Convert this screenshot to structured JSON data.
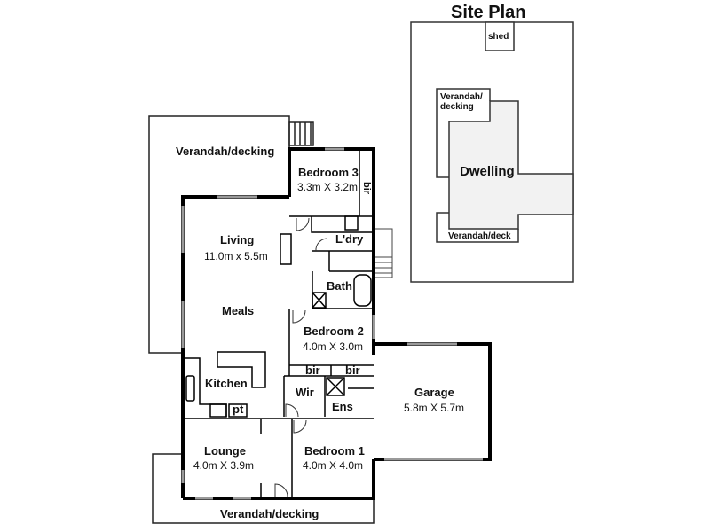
{
  "site_plan": {
    "title": "Site Plan",
    "shed": "shed",
    "verandah_decking": "Verandah/\ndecking",
    "dwelling": "Dwelling",
    "verandah_deck": "Verandah/deck"
  },
  "floor_plan": {
    "rooms": {
      "verandah_top": {
        "name": "Verandah/decking"
      },
      "bedroom3": {
        "name": "Bedroom 3",
        "size": "3.3m X 3.2m"
      },
      "bir_b3": {
        "name": "bir"
      },
      "laundry": {
        "name": "L'dry"
      },
      "bath": {
        "name": "Bath"
      },
      "living": {
        "name": "Living",
        "size": "11.0m x 5.5m"
      },
      "meals": {
        "name": "Meals"
      },
      "kitchen": {
        "name": "Kitchen"
      },
      "pantry": {
        "name": "pt"
      },
      "bedroom2": {
        "name": "Bedroom 2",
        "size": "4.0m X 3.0m"
      },
      "bir_left": {
        "name": "bir"
      },
      "bir_right": {
        "name": "bir"
      },
      "wir": {
        "name": "Wir"
      },
      "ens": {
        "name": "Ens"
      },
      "garage": {
        "name": "Garage",
        "size": "5.8m X 5.7m"
      },
      "lounge": {
        "name": "Lounge",
        "size": "4.0m X 3.9m"
      },
      "bedroom1": {
        "name": "Bedroom 1",
        "size": "4.0m X 4.0m"
      },
      "verandah_bottom": {
        "name": "Verandah/decking"
      }
    }
  },
  "colors": {
    "wall": "#000000",
    "dwelling_fill": "#f2f2f2",
    "window": "#9a9a9a"
  }
}
